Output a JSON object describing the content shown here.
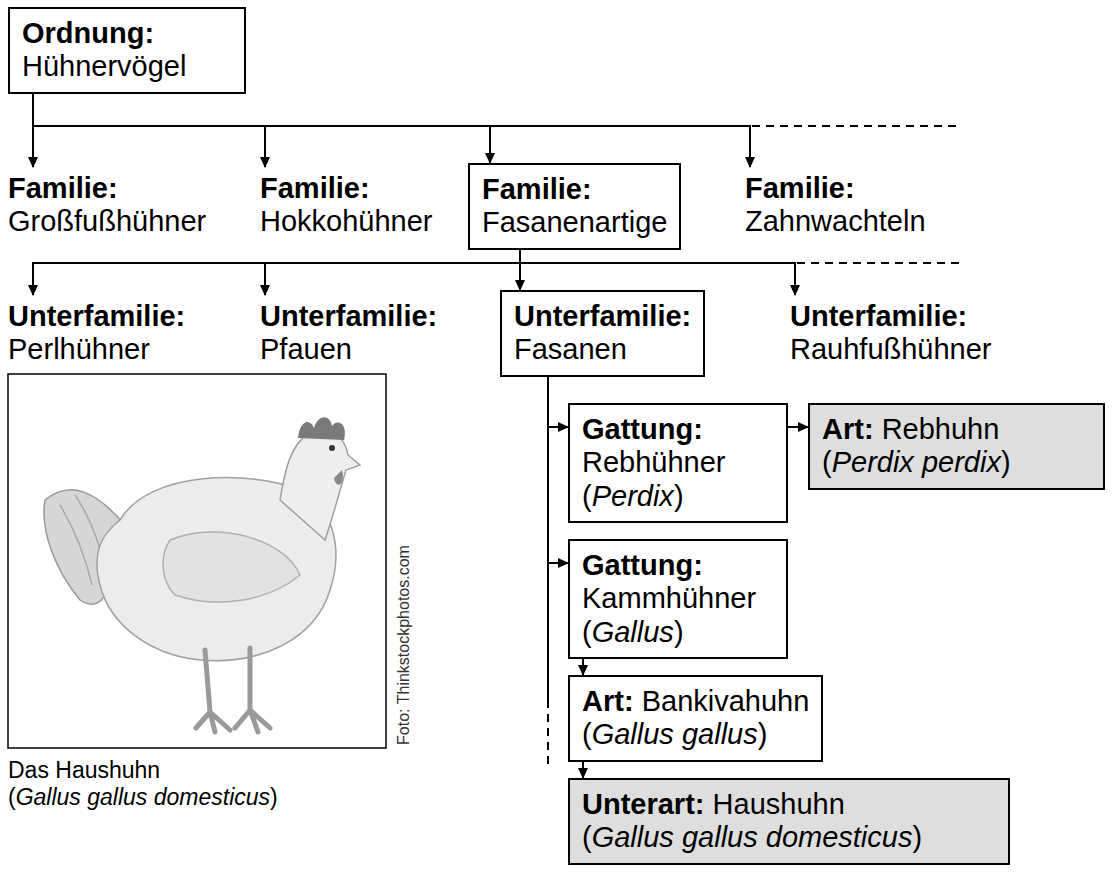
{
  "diagram": {
    "nodes": [
      {
        "text": [
          "Ordnung:",
          "Hühnervögel"
        ]
      },
      {
        "text": [
          "Familie:",
          "Großfußhühner"
        ]
      },
      {
        "text": [
          "Familie:",
          "Hokkohühner"
        ]
      },
      {
        "text": [
          "Familie:",
          "Fasanenartige"
        ]
      },
      {
        "text": [
          "Familie:",
          "Zahnwachteln"
        ]
      },
      {
        "text": [
          "Unterfamilie:",
          "Perlhühner"
        ]
      },
      {
        "text": [
          "Unterfamilie:",
          "Pfauen"
        ]
      },
      {
        "text": [
          "Unterfamilie:",
          "Fasanen"
        ]
      },
      {
        "text": [
          "Unterfamilie:",
          "Rauhfußhühner"
        ]
      },
      {
        "text": [
          "Gattung:",
          "Rebhühner (Perdix)"
        ]
      },
      {
        "text": [
          "Art:",
          "Rebhuhn (Perdix perdix)"
        ]
      },
      {
        "text": [
          "Gattung:",
          "Kammhühner (Gallus)"
        ]
      },
      {
        "text": [
          "Art:",
          "Bankivahuhn (Gallus gallus)"
        ]
      },
      {
        "text": [
          "Unterart:",
          "Haushuhn (Gallus gallus domesticus)"
        ]
      }
    ],
    "edges": [
      {
        "from": 0,
        "to": 1,
        "arrow": "to"
      },
      {
        "from": 0,
        "to": 2,
        "arrow": "to"
      },
      {
        "from": 0,
        "to": 3,
        "arrow": "to"
      },
      {
        "from": 0,
        "to": 4,
        "arrow": "to"
      },
      {
        "from": 3,
        "to": 5,
        "arrow": "to"
      },
      {
        "from": 3,
        "to": 6,
        "arrow": "to"
      },
      {
        "from": 3,
        "to": 7,
        "arrow": "to"
      },
      {
        "from": 3,
        "to": 8,
        "arrow": "to"
      },
      {
        "from": 7,
        "to": 9,
        "arrow": "to"
      },
      {
        "from": 9,
        "to": 10,
        "arrow": "to"
      },
      {
        "from": 7,
        "to": 11,
        "arrow": "to"
      },
      {
        "from": 11,
        "to": 12,
        "arrow": "to"
      },
      {
        "from": 12,
        "to": 13,
        "arrow": "to"
      }
    ],
    "labels": [
      "Das Haushuhn",
      "(Gallus gallus domesticus)",
      "Foto: Thinkstockphotos.com"
    ]
  }
}
